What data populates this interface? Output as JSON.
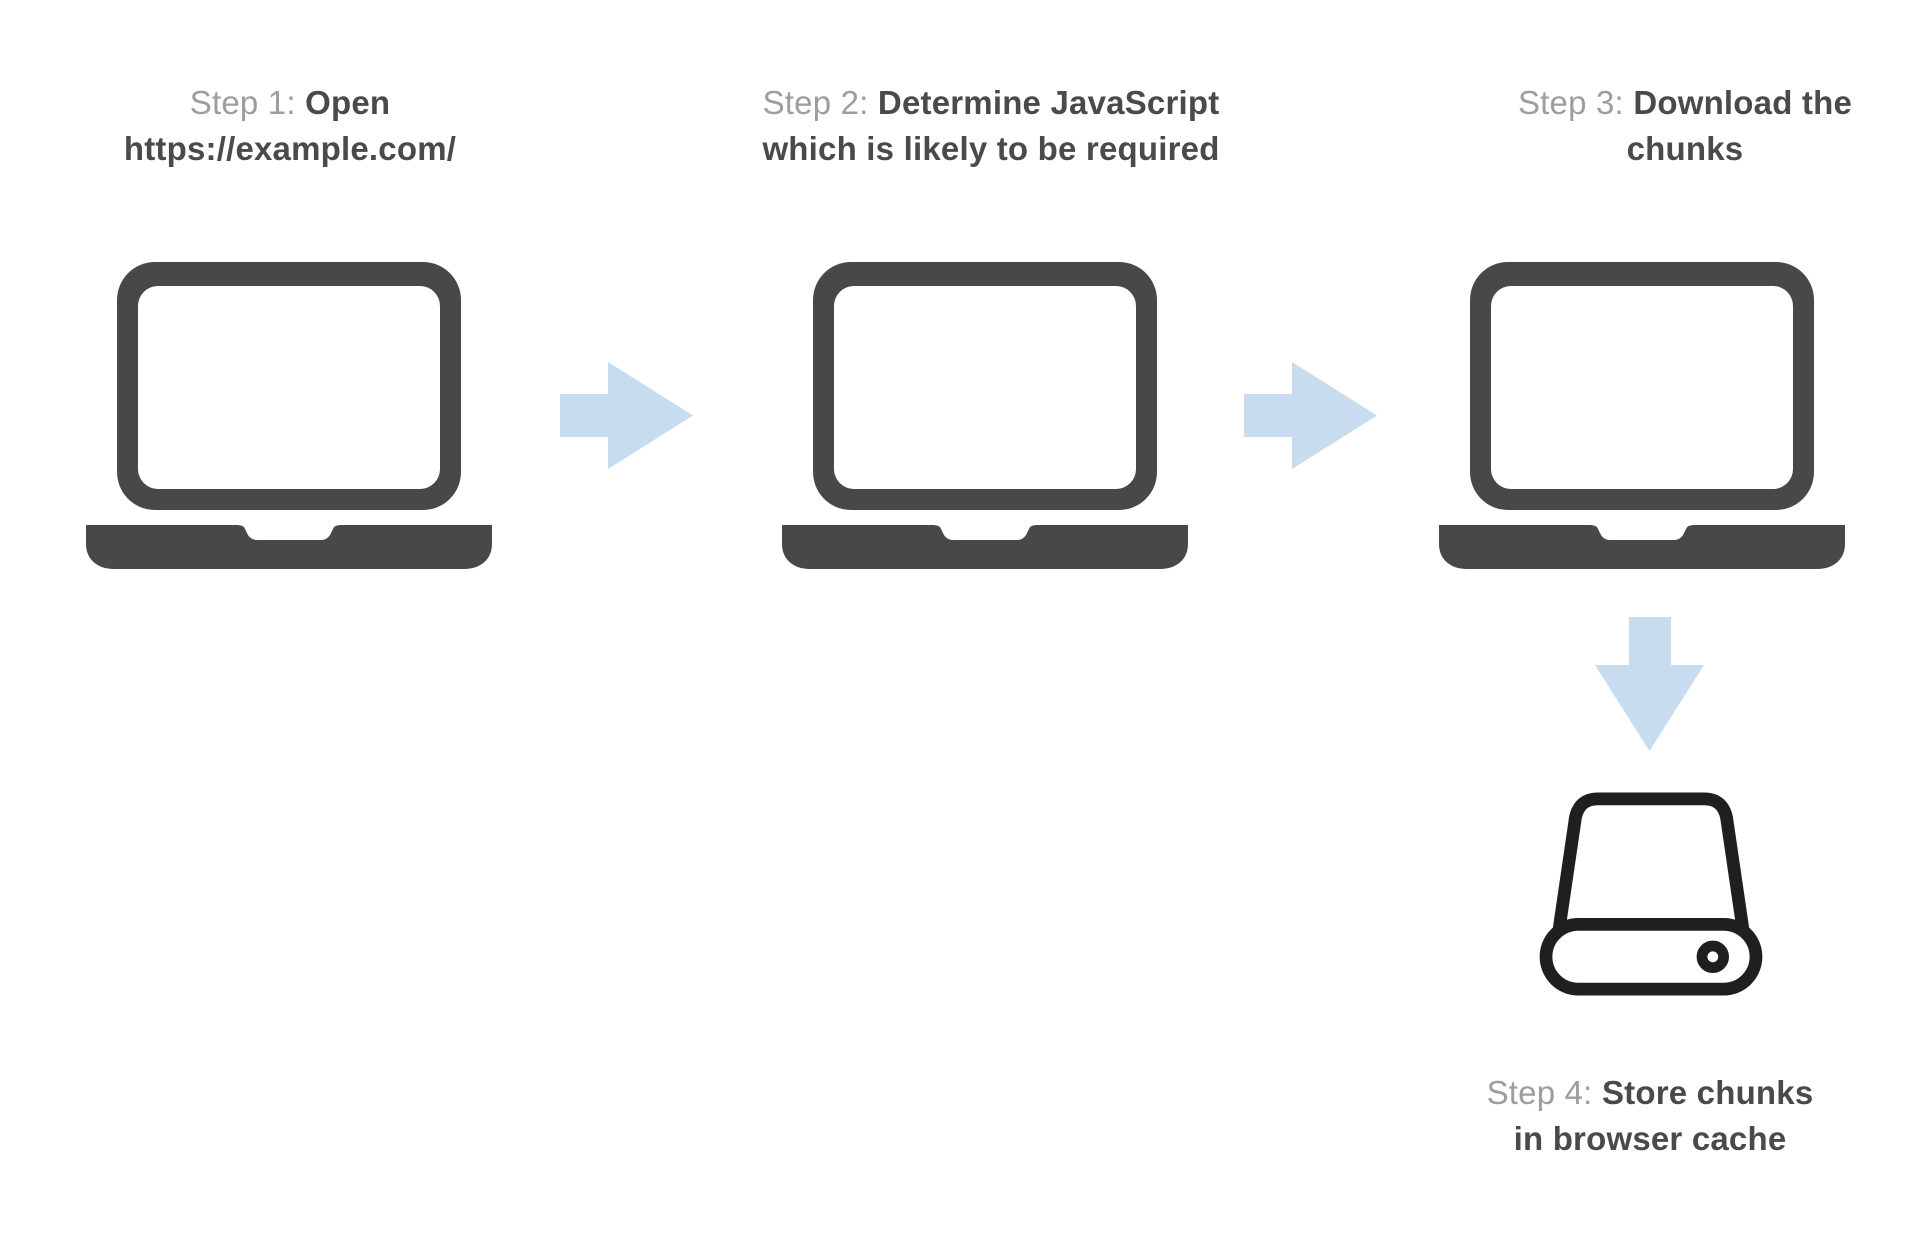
{
  "page": {
    "background": "#ffffff",
    "description_visible_only": "four step flow diagram"
  },
  "colors": {
    "laptop": "#484848",
    "arrow": "#c7dcef",
    "prefix": "#9d9d9d",
    "bold": "#4a4a4a",
    "drive": "#1f1f1f"
  },
  "steps": [
    {
      "prefix": "Step 1:",
      "line1_bold": "Open",
      "line2_bold": "https://example.com/",
      "icon": "laptop-icon"
    },
    {
      "prefix": "Step 2:",
      "line1_bold": "Determine JavaScript",
      "line2_bold": "which is likely to be required",
      "icon": "laptop-icon"
    },
    {
      "prefix": "Step 3:",
      "line1_bold": "Download the",
      "line2_bold": "chunks",
      "icon": "laptop-icon"
    },
    {
      "prefix": "Step 4:",
      "line1_bold": "Store chunks",
      "line2_bold": "in browser cache",
      "icon": "hard-drive-icon"
    }
  ],
  "connectors": [
    {
      "from_step": 1,
      "to_step": 2,
      "icon": "arrow-right-icon",
      "direction": "right"
    },
    {
      "from_step": 2,
      "to_step": 3,
      "icon": "arrow-right-icon",
      "direction": "right"
    },
    {
      "from_step": 3,
      "to_step": 4,
      "icon": "arrow-down-icon",
      "direction": "down"
    }
  ]
}
